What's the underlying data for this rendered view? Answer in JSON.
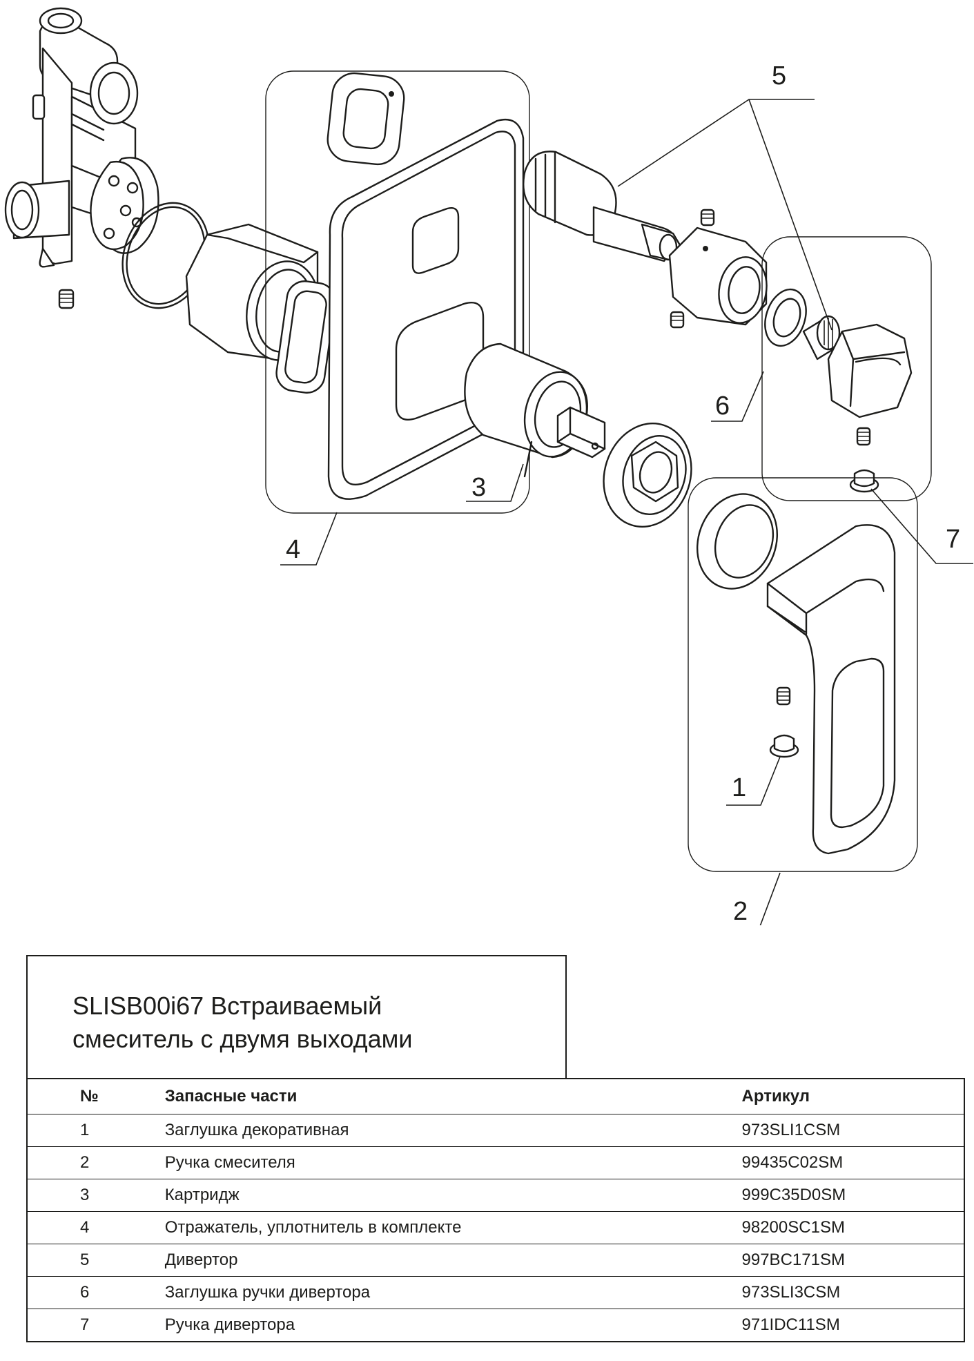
{
  "callouts": [
    {
      "id": "1",
      "label": "1"
    },
    {
      "id": "2",
      "label": "2"
    },
    {
      "id": "3",
      "label": "3"
    },
    {
      "id": "4",
      "label": "4"
    },
    {
      "id": "5",
      "label": "5"
    },
    {
      "id": "6",
      "label": "6"
    },
    {
      "id": "7",
      "label": "7"
    }
  ],
  "title": "SLISB00i67 Встраиваемый\nсмеситель с двумя выходами",
  "table": {
    "headers": {
      "num": "№",
      "name": "Запасные части",
      "article": "Артикул"
    },
    "rows": [
      {
        "num": "1",
        "name": "Заглушка декоративная",
        "article": "973SLI1CSM"
      },
      {
        "num": "2",
        "name": "Ручка смесителя",
        "article": "99435C02SM"
      },
      {
        "num": "3",
        "name": "Картридж",
        "article": "999C35D0SM"
      },
      {
        "num": "4",
        "name": "Отражатель, уплотнитель в комплекте",
        "article": "98200SC1SM"
      },
      {
        "num": "5",
        "name": "Дивертор",
        "article": "997BC171SM"
      },
      {
        "num": "6",
        "name": "Заглушка ручки дивертора",
        "article": "973SLI3CSM"
      },
      {
        "num": "7",
        "name": "Ручка дивертора",
        "article": "971IDC11SM"
      }
    ]
  },
  "colors": {
    "line": "#1d1d1b",
    "background": "#ffffff"
  }
}
